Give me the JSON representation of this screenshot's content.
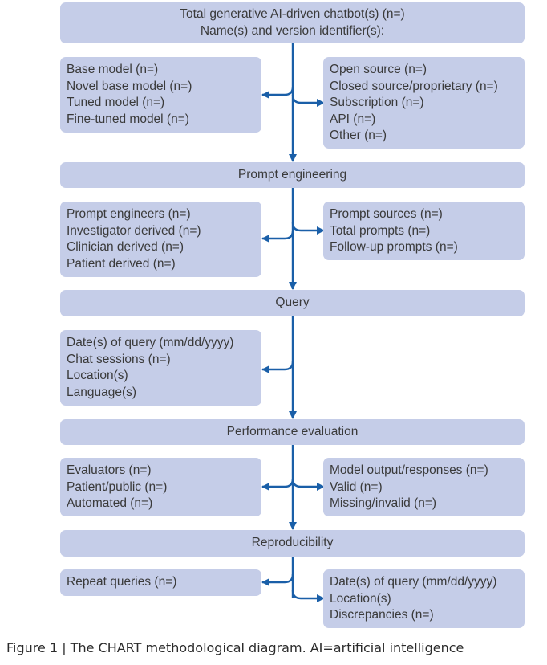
{
  "header_box": {
    "line1": "Total generative AI-driven chatbot(s) (n=)",
    "line2": "Name(s) and version identifier(s):"
  },
  "model_types": [
    "Base model (n=)",
    "Novel base model (n=)",
    "Tuned model (n=)",
    "Fine-tuned model (n=)"
  ],
  "access_types": [
    "Open source (n=)",
    "Closed source/proprietary (n=)",
    "Subscription (n=)",
    "API (n=)",
    "Other (n=)"
  ],
  "prompt_engineering": {
    "title": "Prompt engineering",
    "left": [
      "Prompt engineers (n=)",
      "Investigator derived (n=)",
      "Clinician derived (n=)",
      "Patient derived (n=)"
    ],
    "right": [
      "Prompt sources (n=)",
      "Total prompts (n=)",
      "Follow-up prompts (n=)"
    ]
  },
  "query": {
    "title": "Query",
    "left": [
      "Date(s) of query (mm/dd/yyyy)",
      "Chat sessions (n=)",
      "Location(s)",
      "Language(s)"
    ]
  },
  "performance_evaluation": {
    "title": "Performance evaluation",
    "left": [
      "Evaluators (n=)",
      "Patient/public (n=)",
      "Automated (n=)"
    ],
    "right": [
      "Model output/responses (n=)",
      "Valid (n=)",
      "Missing/invalid (n=)"
    ]
  },
  "reproducibility": {
    "title": "Reproducibility",
    "left": [
      "Repeat queries (n=)"
    ],
    "right": [
      "Date(s) of query (mm/dd/yyyy)",
      "Location(s)",
      "Discrepancies (n=)"
    ]
  },
  "caption": "Figure 1 | The CHART methodological diagram. AI=artificial intelligence",
  "colors": {
    "box_fill": "#c5cde8",
    "arrow": "#1a5fa8",
    "text": "#3a3a3a"
  }
}
